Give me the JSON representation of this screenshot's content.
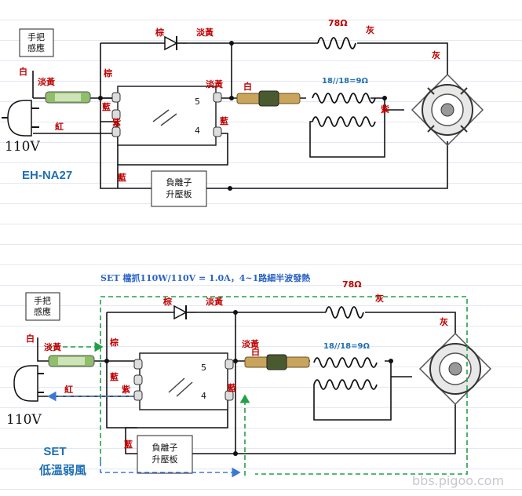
{
  "top": {
    "sensor_box": "手把 感應",
    "sensor_line1": "手把",
    "sensor_line2": "感應",
    "voltage": "110V",
    "model": "EH-NA27",
    "ion_board_line1": "負離子",
    "ion_board_line2": "升壓板",
    "resistor_78": "78Ω",
    "coil_value": "18//18=9Ω",
    "relay_pin5": "5",
    "relay_pin4": "4",
    "labels": {
      "white": "白",
      "light_yellow": "淡黃",
      "red": "紅",
      "brown": "棕",
      "blue": "藍",
      "purple": "紫",
      "gray": "灰",
      "light_yellow_diode": "淡黃",
      "light_yellow_relay": "淡黃",
      "white_fuse": "白",
      "gray_right": "灰",
      "blue_right": "藍",
      "purple_right": "紫",
      "blue_bottom": "藍",
      "blue_left": "藍",
      "purple_left": "紫"
    }
  },
  "bottom": {
    "sensor_line1": "手把",
    "sensor_line2": "感應",
    "voltage": "110V",
    "set_line1": "SET",
    "set_line2": "低溫弱風",
    "ion_board_line1": "負離子",
    "ion_board_line2": "升壓板",
    "resistor_78": "78Ω",
    "coil_value": "18//18=9Ω",
    "relay_pin5": "5",
    "relay_pin4": "4",
    "note": "SET 檔抓110W/110V = 1.0A，4~1路細半波發熱",
    "labels": {
      "white": "白",
      "light_yellow": "淡黃",
      "red": "紅",
      "brown": "棕",
      "blue": "藍",
      "purple": "紫",
      "gray": "灰",
      "light_yellow_diode": "淡黃",
      "light_yellow_relay": "淡黃",
      "white_fuse": "白",
      "gray_right": "灰",
      "blue_right": "藍",
      "blue_bottom": "藍"
    }
  },
  "watermark": "bbs.pigoo.com",
  "colors": {
    "label_red": "#c00000",
    "label_blue": "#1f6fb5",
    "flow_green": "#22a045",
    "flow_blue": "#3a78d6"
  }
}
